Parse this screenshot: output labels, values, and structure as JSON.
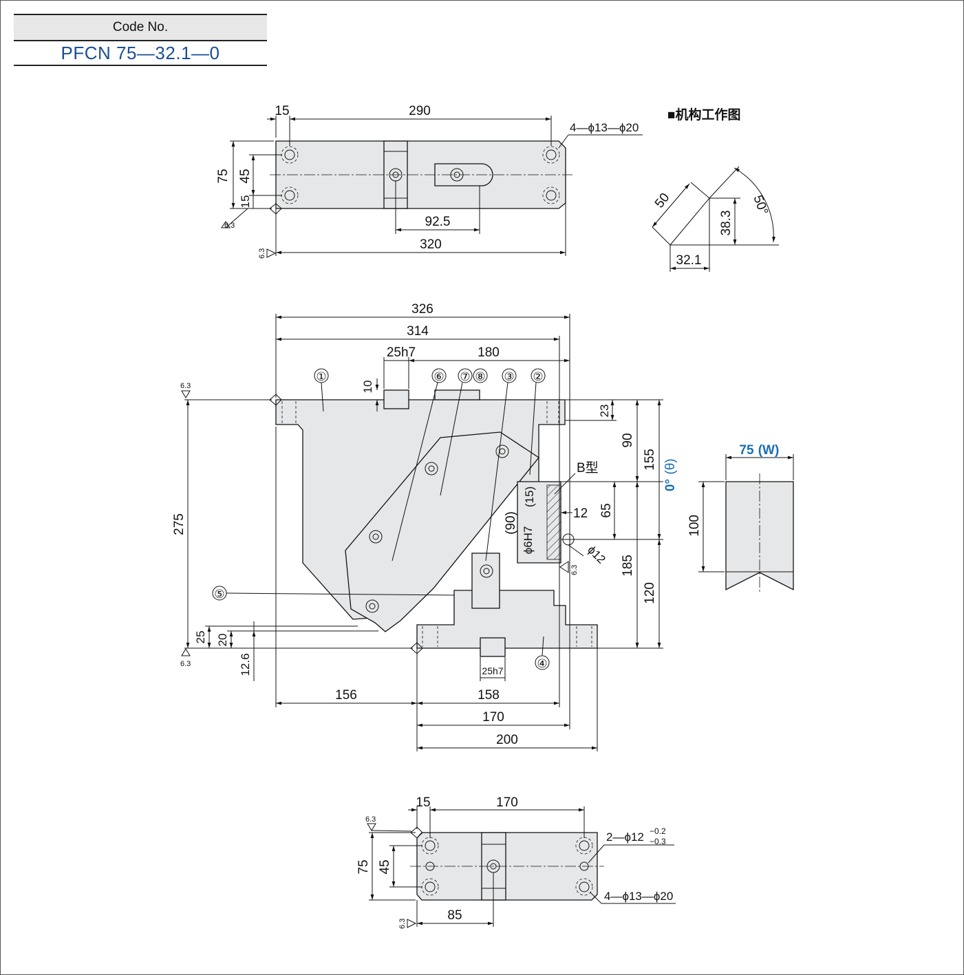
{
  "code": {
    "label": "Code No.",
    "value": "PFCN 75—32.1—0"
  },
  "mechanism": {
    "title": "■机构工作图",
    "side": "50",
    "height": "38.3",
    "base": "32.1",
    "angle": "50°"
  },
  "top_view": {
    "d15": "15",
    "d290": "290",
    "d75": "75",
    "d45": "45",
    "d15b": "15",
    "d92_5": "92.5",
    "d320": "320",
    "holes": "4—ϕ13—ϕ20",
    "rough": "6.3"
  },
  "front_view": {
    "d326": "326",
    "d314": "314",
    "d25h7": "25h7",
    "d180": "180",
    "d10": "10",
    "d23": "23",
    "d90": "90",
    "d155": "155",
    "angle_label": "0°",
    "angle_theta": "(θ)",
    "b_type": "B型",
    "d15p": "(15)",
    "d12": "12",
    "d65": "65",
    "d90p": "(90)",
    "d6h7": "ϕ6H7",
    "d12phi": "ϕ12",
    "d185": "185",
    "d120": "120",
    "d275": "275",
    "d25": "25",
    "d20": "20",
    "d12_6": "12.6",
    "d156": "156",
    "d158": "158",
    "d170": "170",
    "d200": "200",
    "d25h7b": "25h7",
    "parts": [
      "①",
      "②",
      "③",
      "④",
      "⑤",
      "⑥",
      "⑦",
      "⑧"
    ],
    "rough": "6.3"
  },
  "side_view": {
    "width": "75",
    "width_sym": "(W)",
    "height": "100"
  },
  "bottom_view": {
    "d15": "15",
    "d170": "170",
    "d75": "75",
    "d45": "45",
    "d85": "85",
    "holes_a": "2—ϕ12",
    "tol_upper": "−0.2",
    "tol_lower": "−0.3",
    "holes_b": "4—ϕ13—ϕ20",
    "rough": "6.3"
  }
}
